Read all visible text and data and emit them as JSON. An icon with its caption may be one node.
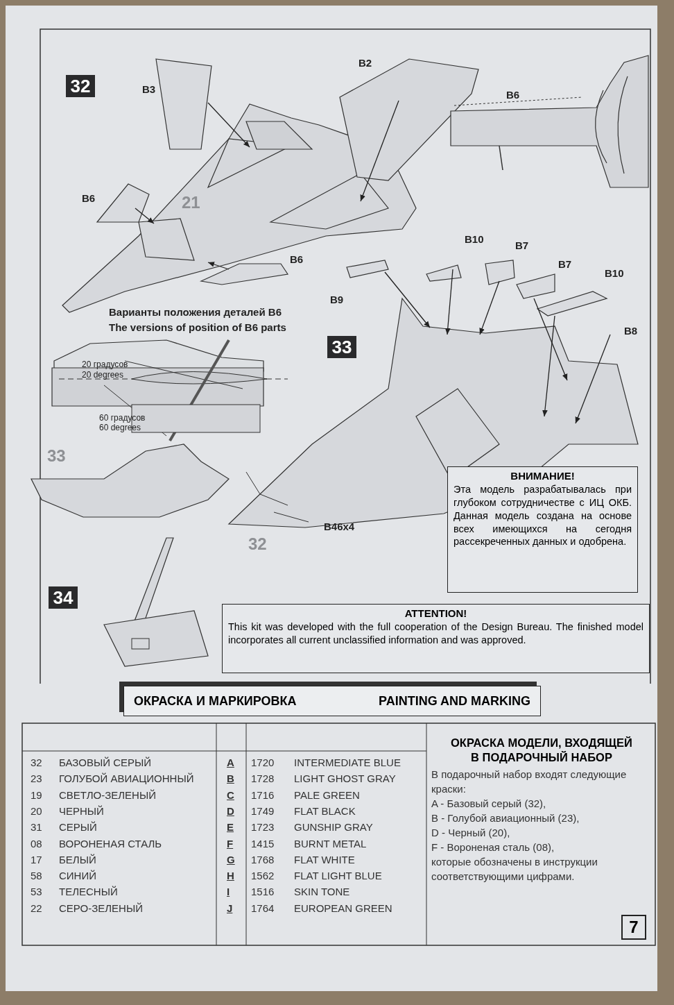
{
  "diagram": {
    "nodes": [
      {
        "text": [
          "32"
        ]
      },
      {
        "text": [
          "33"
        ]
      },
      {
        "text": [
          "34"
        ]
      },
      {
        "text": [
          "ВНИМАНИЕ!",
          "Эта модель разрабатывалась при глубоком сотрудничестве с ИЦ ОКБ. Данная модель создана на основе всех имеющихся на сегодня рассекреченных данных и одобрена."
        ]
      },
      {
        "text": [
          "ATTENTION!",
          "This kit was developed with the full cooperation of the Design Bureau. The finished model incorporates all current unclassified information and was approved."
        ]
      },
      {
        "text": [
          "ОКРАСКА И МАРКИРОВКА",
          "PAINTING AND MARKING"
        ]
      },
      {
        "text": [
          "ОКРАСКА МОДЕЛИ, ВХОДЯЩЕЙ В ПОДАРОЧНЫЙ НАБОР",
          "В подарочный набор входят следующие краски:",
          "A - Базовый серый (32),",
          "B - Голубой авиационный (23),",
          "D - Черный (20),",
          "F - Вороненая сталь (08),",
          "которые обозначены в инструкции соответствующими цифрами."
        ]
      },
      {
        "text": [
          "7"
        ]
      }
    ],
    "labels": [
      "B3",
      "B2",
      "B6",
      "21",
      "B6",
      "B6",
      "Варианты положения деталей B6",
      "The versions of position of B6 parts",
      "B10",
      "B7",
      "B7",
      "B10",
      "B9",
      "B8",
      "20 градусов",
      "20 degrees",
      "60 градусов",
      "60 degrees",
      "33",
      "B46x4",
      "32",
      "32",
      "БАЗОВЫЙ СЕРЫЙ",
      "A",
      "1720",
      "INTERMEDIATE BLUE",
      "23",
      "ГОЛУБОЙ АВИАЦИОННЫЙ",
      "B",
      "1728",
      "LIGHT GHOST GRAY",
      "19",
      "СВЕТЛО-ЗЕЛЕНЫЙ",
      "C",
      "1716",
      "PALE GREEN",
      "20",
      "ЧЕРНЫЙ",
      "D",
      "1749",
      "FLAT BLACK",
      "31",
      "СЕРЫЙ",
      "E",
      "1723",
      "GUNSHIP GRAY",
      "08",
      "ВОРОНЕНАЯ СТАЛЬ",
      "F",
      "1415",
      "BURNT METAL",
      "17",
      "БЕЛЫЙ",
      "G",
      "1768",
      "FLAT WHITE",
      "58",
      "СИНИЙ",
      "H",
      "1562",
      "FLAT LIGHT BLUE",
      "53",
      "ТЕЛЕСНЫЙ",
      "I",
      "1516",
      "SKIN TONE",
      "22",
      "СЕРО-ЗЕЛЕНЫЙ",
      "J",
      "1764",
      "EUROPEAN GREEN"
    ]
  }
}
